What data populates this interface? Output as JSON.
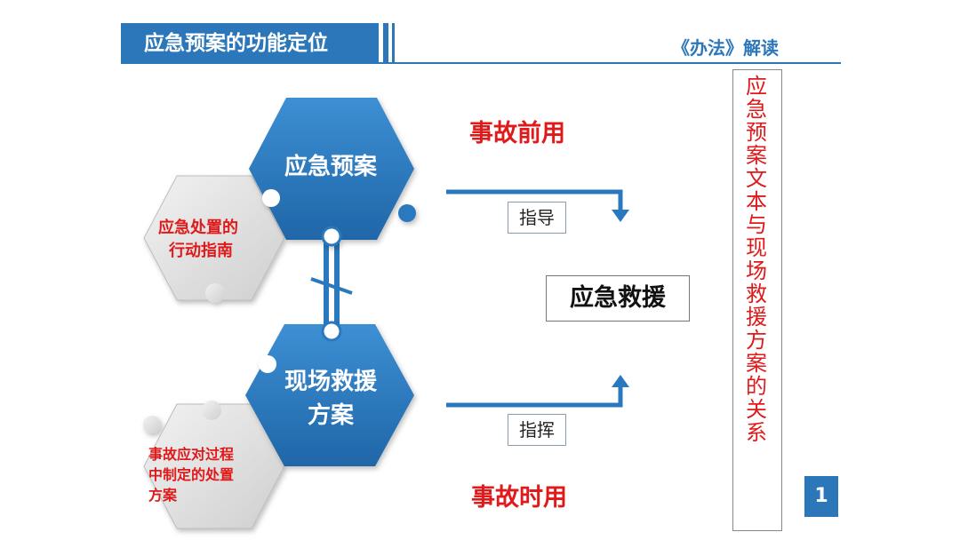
{
  "header": {
    "title": "应急预案的功能定位",
    "subtitle": "《办法》解读"
  },
  "diagram": {
    "hex_top_label": "应急预案",
    "hex_bottom_label_line1": "现场救援",
    "hex_bottom_label_line2": "方案",
    "grey_top_label_line1": "应急处置的",
    "grey_top_label_line2": "行动指南",
    "grey_bottom_label_line1": "事故应对过程",
    "grey_bottom_label_line2": "中制定的处置",
    "grey_bottom_label_line3": "方案",
    "label_before": "事故前用",
    "label_during": "事故时用",
    "arrow_top_label": "指导",
    "arrow_bottom_label": "指挥",
    "center_label": "应急救援",
    "side_label": "应急预案文本与现场救援方案的关系"
  },
  "footer": {
    "page_number": "1"
  },
  "colors": {
    "brand_blue": "#2b77ba",
    "hex_blue": "#2a78bd",
    "red": "#e01a1a"
  }
}
